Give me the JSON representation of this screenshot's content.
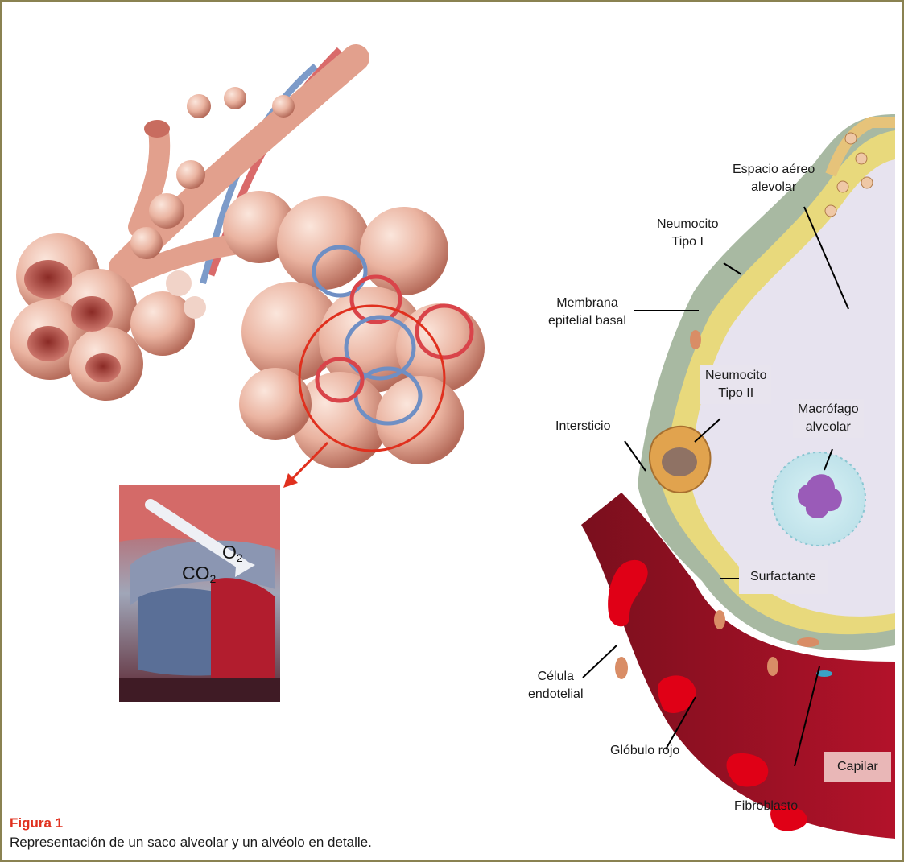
{
  "colors": {
    "frame": "#8a8251",
    "highlight": "#e0301e",
    "tissue": "#e8a995",
    "vein": "#6f8fc4",
    "artery": "#d9444a",
    "epithelium": "#e8d97c",
    "blood": "#b3122a",
    "air_space": "#e7e3ef"
  },
  "inset": {
    "o2_base": "O",
    "co2_base": "CO",
    "subscript": "2"
  },
  "labels": {
    "espacio_aereo": "Espacio aéreo",
    "alveolar": "alevolar",
    "neumocito1_a": "Neumocito",
    "neumocito1_b": "Tipo I",
    "membrana_a": "Membrana",
    "membrana_b": "epitelial basal",
    "neumocito2_a": "Neumocito",
    "neumocito2_b": "Tipo II",
    "macrofago_a": "Macrófago",
    "macrofago_b": "alveolar",
    "intersticio": "Intersticio",
    "surfactante": "Surfactante",
    "celula_a": "Célula",
    "celula_b": "endotelial",
    "globulo": "Glóbulo rojo",
    "capilar": "Capilar",
    "fibroblasto": "Fibroblasto"
  },
  "caption": {
    "title": "Figura 1",
    "text": "Representación de un saco alveolar y un alvéolo en detalle."
  }
}
